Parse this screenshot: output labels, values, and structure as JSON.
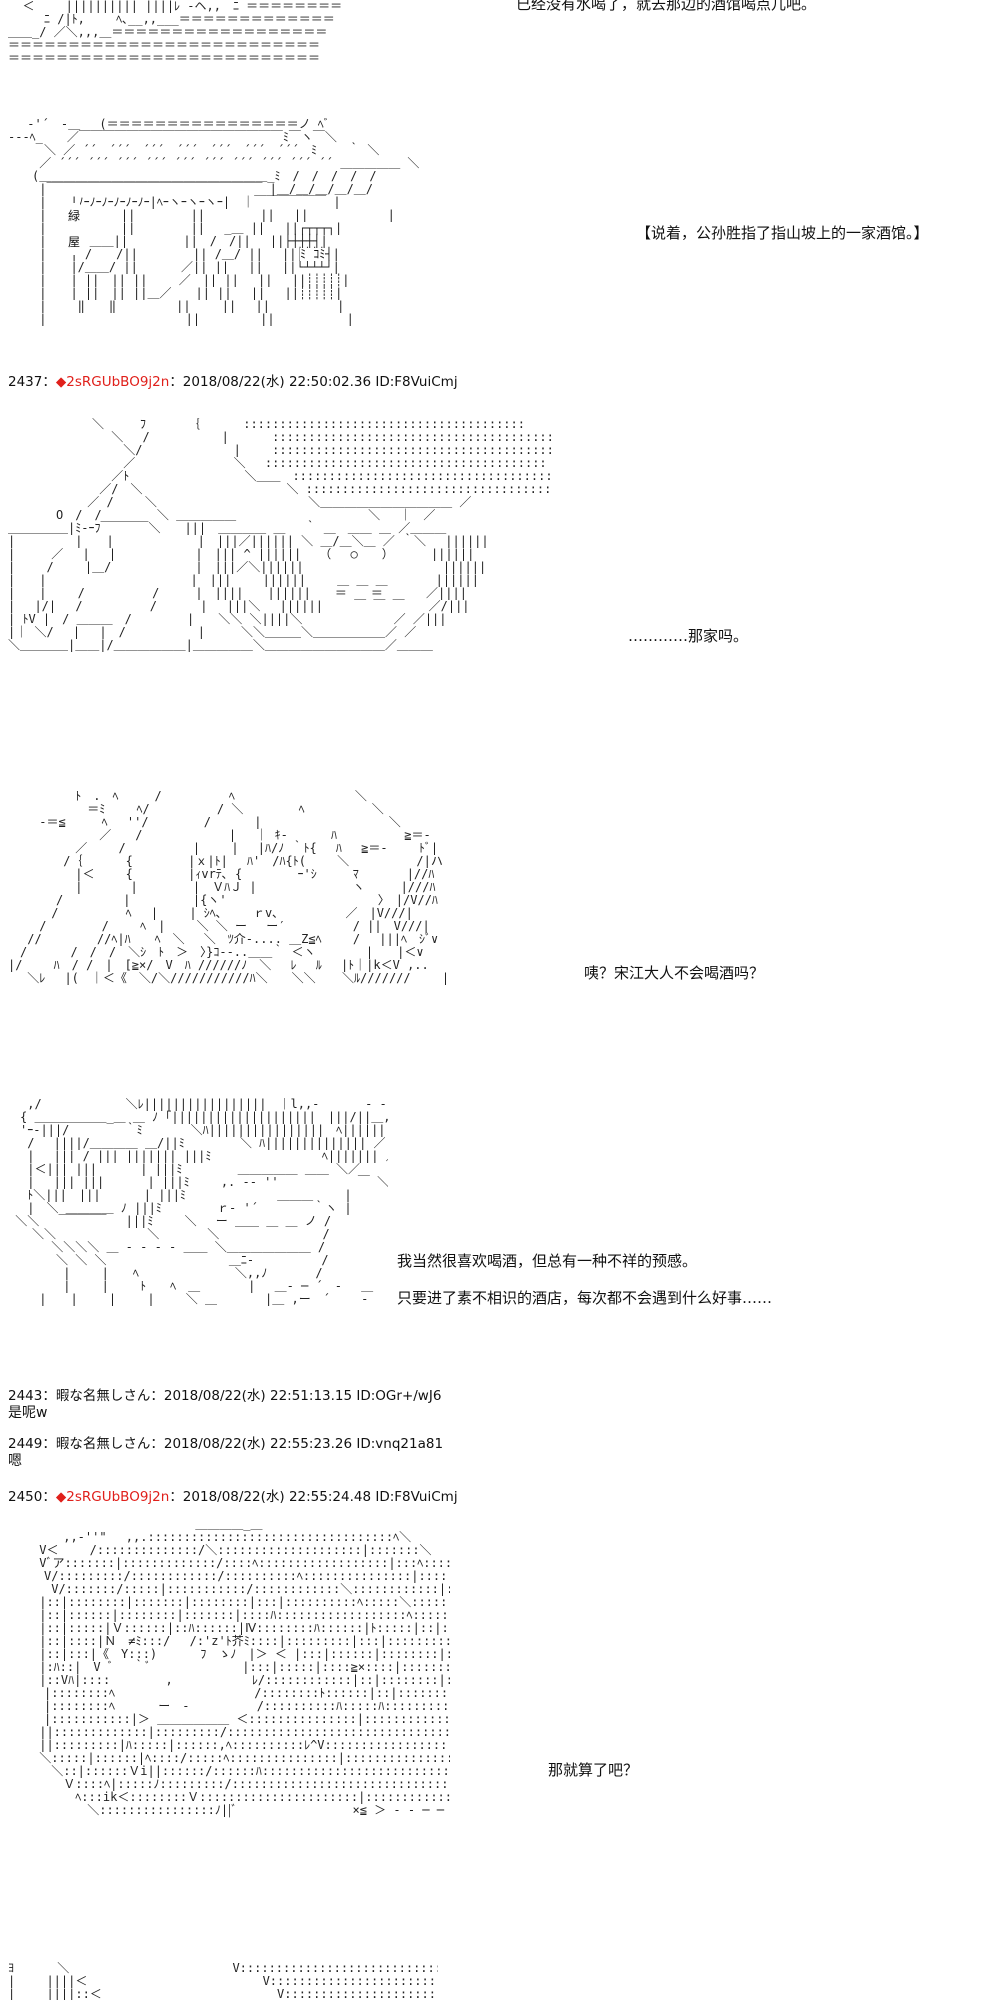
{
  "dialogue": {
    "line_1": "已经没有水喝了，就去那边的酒馆喝点儿吧。",
    "line_2": "【说着，公孙胜指了指山坡上的一家酒馆。】",
    "line_3": "…………那家吗。",
    "line_4": "咦？宋江大人不会喝酒吗？",
    "line_5": "我当然很喜欢喝酒，但总有一种不祥的预感。",
    "line_6": "只要进了素不相识的酒店，每次都不会遇到什么好事……",
    "line_7": "那就算了吧？"
  },
  "posts": [
    {
      "number": "2437",
      "sep": "：",
      "diamond": "◆",
      "name": "2sRGUbBO9j2n",
      "date": "：2018/08/22(水) 22:50:02.36 ID:F8VuiCmj"
    },
    {
      "number": "2443",
      "sep": "：",
      "name": "暇な名無しさん",
      "date": "：2018/08/22(水) 22:51:13.15 ID:OGr+/wJ6",
      "body": "是呢w"
    },
    {
      "number": "2449",
      "sep": "：",
      "name": "暇な名無しさん",
      "date": "：2018/08/22(水) 22:55:23.26 ID:vnq21a81",
      "body": "嗯"
    },
    {
      "number": "2450",
      "sep": "：",
      "diamond": "◆",
      "name": "2sRGUbBO9j2n",
      "date": "：2018/08/22(水) 22:55:24.48 ID:F8VuiCmj"
    }
  ],
  "art": {
    "tavern_sign": "緑\n屋",
    "tavern_mark": "ﾐ ｺﾐ"
  },
  "colors": {
    "trip": "#e0201b",
    "text": "#111111",
    "background": "#ffffff"
  }
}
